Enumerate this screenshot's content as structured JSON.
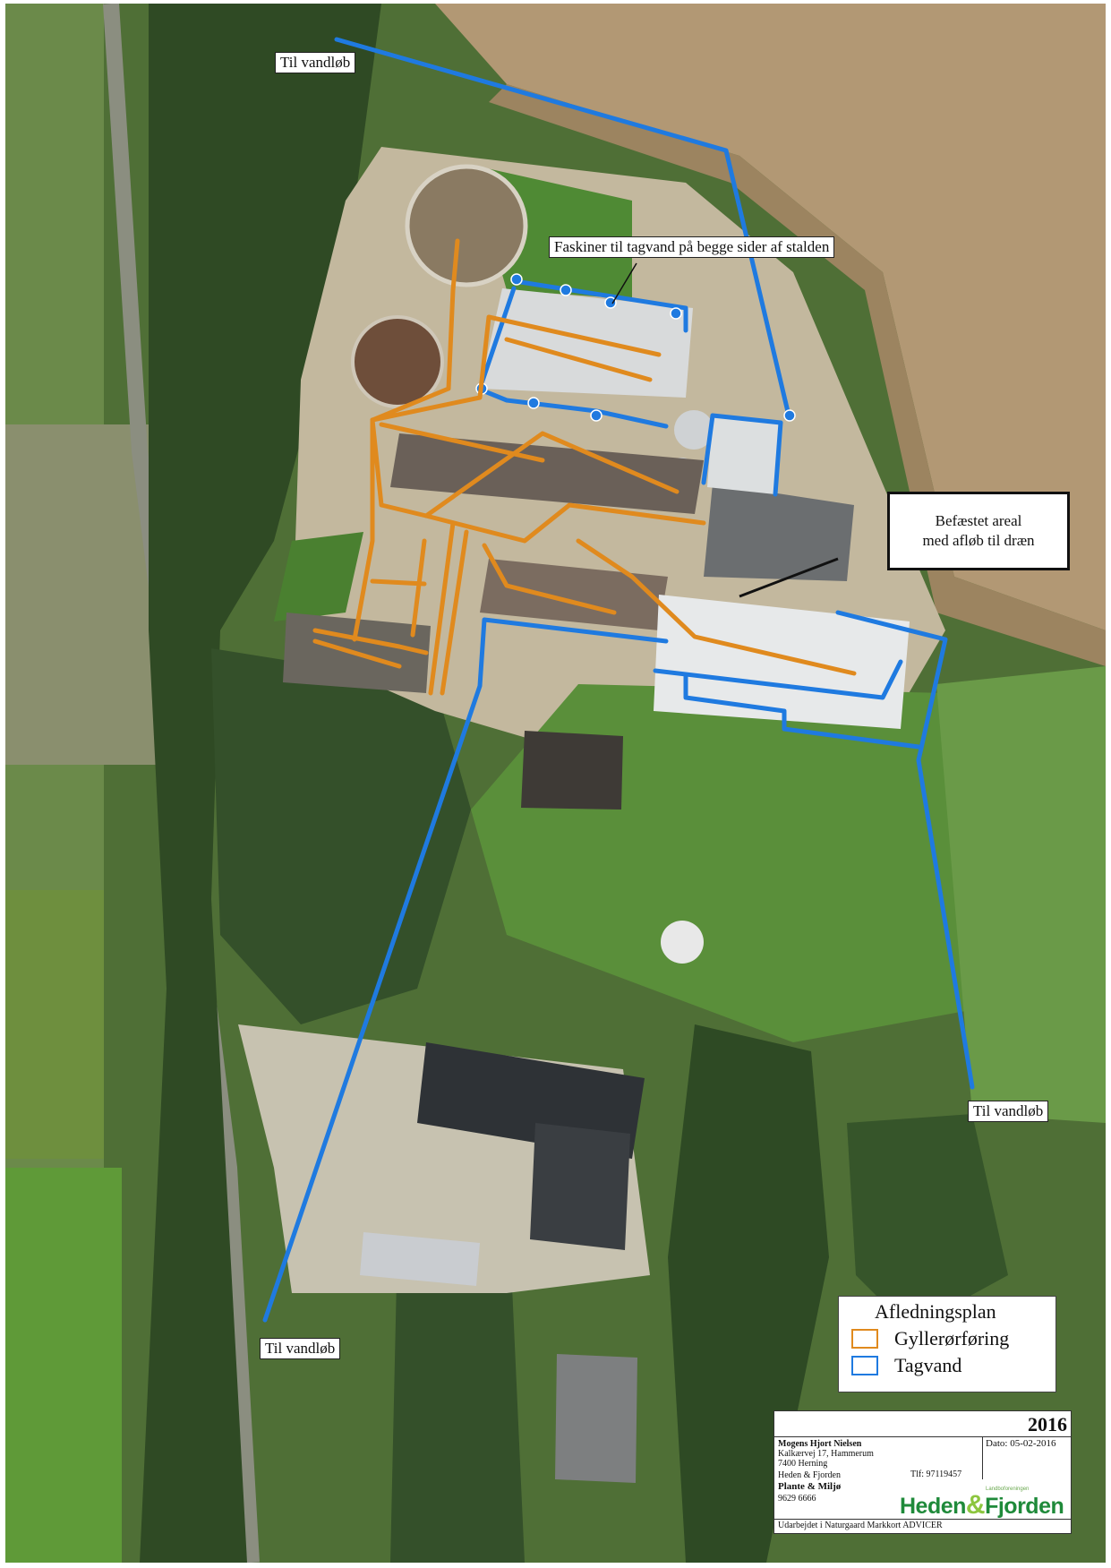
{
  "labels": {
    "outlet_top": "Til vandløb",
    "outlet_right": "Til vandløb",
    "outlet_bottom": "Til vandløb",
    "soakaways": "Faskiner til tagvand på begge sider af stalden",
    "paved_area_line1": "Befæstet areal",
    "paved_area_line2": "med afløb til dræn"
  },
  "legend": {
    "title": "Afledningsplan",
    "items": [
      {
        "label": "Gyllerørføring",
        "color": "#e08a1e"
      },
      {
        "label": "Tagvand",
        "color": "#1f7ae0"
      }
    ]
  },
  "title_block": {
    "year": "2016",
    "date": "Dato: 05-02-2016",
    "owner": "Mogens Hjort Nielsen",
    "address": "Kalkærvej 17, Hammerum",
    "city": "7400 Herning",
    "phone": "Tlf: 97119457",
    "company": "Heden & Fjorden",
    "department": "Plante & Miljø",
    "company_phone": "9629 6666",
    "logo_left": "Heden",
    "logo_amp": "&",
    "logo_right": "Fjorden",
    "logo_tagline": "Landboforeningen",
    "footer": "Udarbejdet i Naturgaard Markkort ADVICER"
  },
  "colors": {
    "slurry_pipe": "#e08a1e",
    "roof_water_pipe": "#1f7ae0"
  }
}
